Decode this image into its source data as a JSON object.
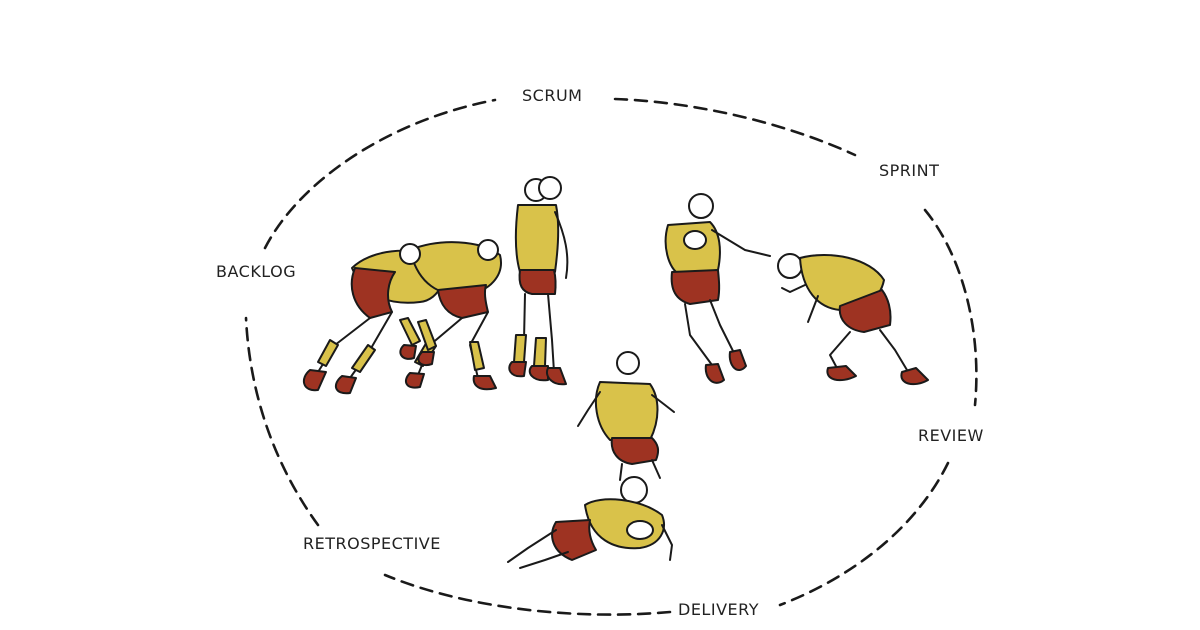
{
  "cycle": {
    "labels": {
      "scrum": "SCRUM",
      "sprint": "SPRINT",
      "backlog": "BACKLOG",
      "review": "REVIEW",
      "retrospective": "RETROSPECTIVE",
      "delivery": "DELIVERY"
    }
  },
  "colors": {
    "jersey": "#d9c24a",
    "shorts": "#9e3322",
    "boots": "#9e3322",
    "ink": "#1a1a1a",
    "dashed_cycle": "#1a1a1a"
  },
  "icons": {
    "scrum": "rugby-scrum-icon",
    "sprint": "rugby-tackle-icon",
    "delivery": "rugby-try-icon"
  }
}
